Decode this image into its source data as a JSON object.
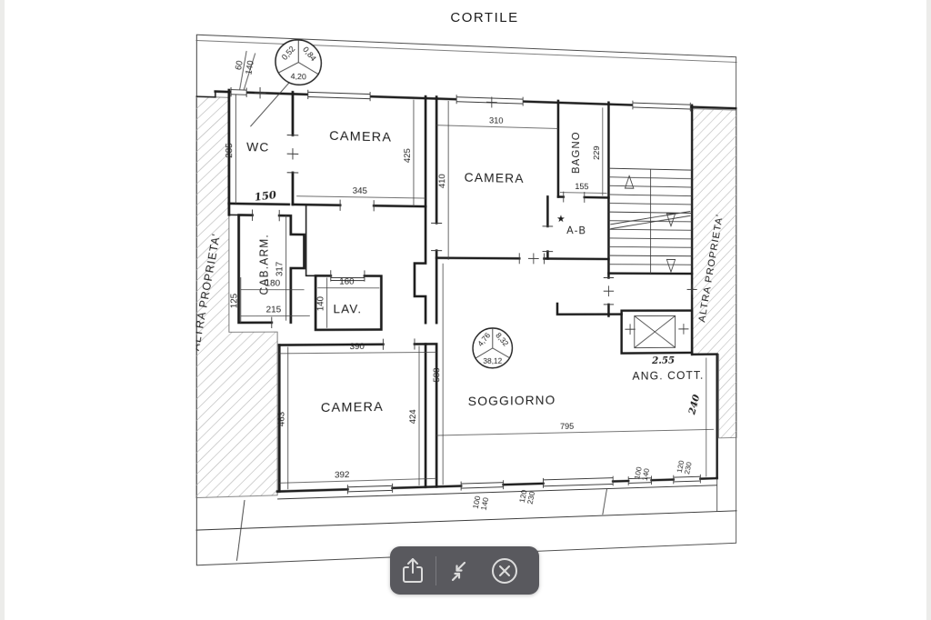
{
  "page": {
    "title": "CORTILE"
  },
  "plan": {
    "boundary_labels": {
      "left": "ALTRA PROPRIETA'",
      "right": "ALTRA PROPRIETA'"
    },
    "rooms": {
      "wc": "WC",
      "camera_top_left": "CAMERA",
      "camera_top_mid": "CAMERA",
      "bagno": "BAGNO",
      "disimpegno_ab": "A-B",
      "cab_arm": "CAB.ARM.",
      "lav": "LAV.",
      "camera_bottom": "CAMERA",
      "soggiorno": "SOGGIORNO",
      "ang_cott": "ANG. COTT."
    },
    "stamps": {
      "top": {
        "left": "0,52",
        "right": "0,84",
        "bottom": "4,20"
      },
      "center": {
        "left": "4,76",
        "right": "8,32",
        "bottom": "38,12"
      }
    },
    "dimensions": {
      "d60": "60",
      "d140_win": "140",
      "d285": "285",
      "d150": "150",
      "d345": "345",
      "d425": "425",
      "d410": "410",
      "d310": "310",
      "d229": "229",
      "d155": "155",
      "d317": "317",
      "d180": "180",
      "d160": "160",
      "d140": "140",
      "d125": "125",
      "d215": "215",
      "d390": "390",
      "d463": "463",
      "d424": "424",
      "d588": "588",
      "d392": "392",
      "d795": "795",
      "d240": "240",
      "d255": "2.55",
      "w100": "100",
      "w140": "140",
      "w120": "120",
      "w230": "230"
    },
    "symbols": {
      "star": "★"
    }
  },
  "toolbar": {
    "buttons": [
      {
        "name": "share"
      },
      {
        "name": "collapse"
      },
      {
        "name": "close"
      }
    ]
  }
}
